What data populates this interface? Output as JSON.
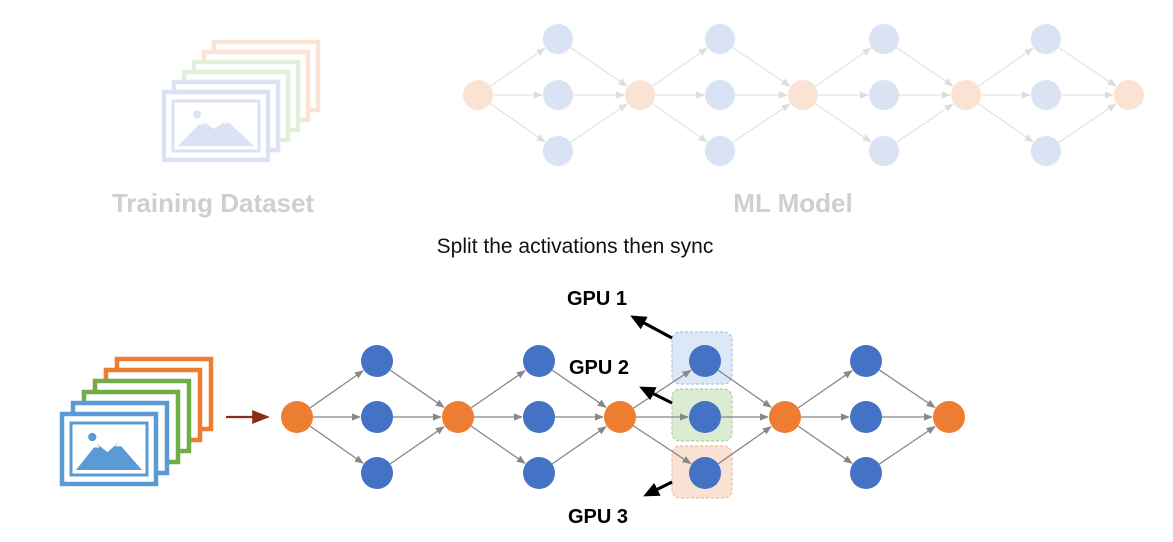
{
  "top": {
    "dataset_label": "Training Dataset",
    "model_label": "ML Model"
  },
  "middle": {
    "caption": "Split the activations then sync"
  },
  "gpus": [
    {
      "label": "GPU 1",
      "highlight_fill": "#dde8f6",
      "highlight_stroke": "#a9c2e6"
    },
    {
      "label": "GPU 2",
      "highlight_fill": "#dcecd3",
      "highlight_stroke": "#a9cf95"
    },
    {
      "label": "GPU 3",
      "highlight_fill": "#f9e1d3",
      "highlight_stroke": "#f0b99b"
    }
  ],
  "colors": {
    "hub_node": "#ed7d31",
    "hidden_node": "#4472c4",
    "edge": "#888888",
    "input_arrow": "#8b2e16",
    "faded_hub": "#fbe3d3",
    "faded_hidden": "#dae3f3",
    "faded_edge": "#e4e4e4",
    "photo_orange": "#ed7d31",
    "photo_green": "#70ad47",
    "photo_blue": "#5b9bd5"
  },
  "icons": {
    "dataset_stack": "image-stack-icon",
    "gpu_pointer": "arrow-icon"
  }
}
